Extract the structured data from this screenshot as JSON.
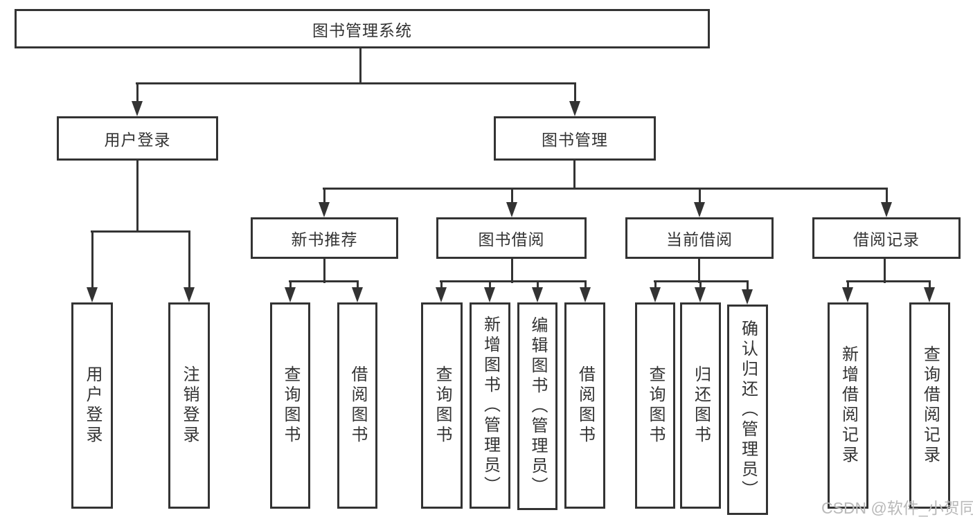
{
  "diagram": {
    "root": {
      "label": "图书管理系统"
    },
    "branches": [
      {
        "label": "用户登录",
        "children": [
          {
            "label": "用户登录"
          },
          {
            "label": "注销登录"
          }
        ]
      },
      {
        "label": "图书管理",
        "children": [
          {
            "label": "新书推荐",
            "children": [
              {
                "label": "查询图书"
              },
              {
                "label": "借阅图书"
              }
            ]
          },
          {
            "label": "图书借阅",
            "children": [
              {
                "label": "查询图书"
              },
              {
                "label": "新增图书（管理员）"
              },
              {
                "label": "编辑图书（管理员）"
              },
              {
                "label": "借阅图书"
              }
            ]
          },
          {
            "label": "当前借阅",
            "children": [
              {
                "label": "查询图书"
              },
              {
                "label": "归还图书"
              },
              {
                "label": "确认归还（管理员）"
              }
            ]
          },
          {
            "label": "借阅记录",
            "children": [
              {
                "label": "新增借阅记录"
              },
              {
                "label": "查询借阅记录"
              }
            ]
          }
        ]
      }
    ]
  },
  "watermark": {
    "text": "CSDN @软件_小贺同学"
  },
  "colors": {
    "line": "#333333",
    "text": "#333333",
    "box_bg": "#ffffff",
    "watermark": "#b9b9b9"
  }
}
